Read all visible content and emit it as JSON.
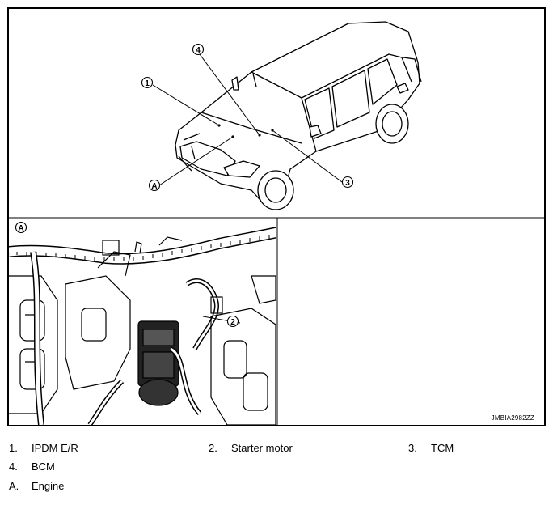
{
  "figure": {
    "code": "JMBIA2982ZZ",
    "callouts": {
      "c1": "1",
      "c2": "2",
      "c3": "3",
      "c4": "4",
      "cA": "A",
      "insetA": "A"
    }
  },
  "legend": [
    {
      "key": "1.",
      "label": "IPDM E/R"
    },
    {
      "key": "2.",
      "label": "Starter motor"
    },
    {
      "key": "3.",
      "label": "TCM"
    },
    {
      "key": "4.",
      "label": "BCM"
    },
    {
      "key": "A.",
      "label": "Engine"
    }
  ]
}
